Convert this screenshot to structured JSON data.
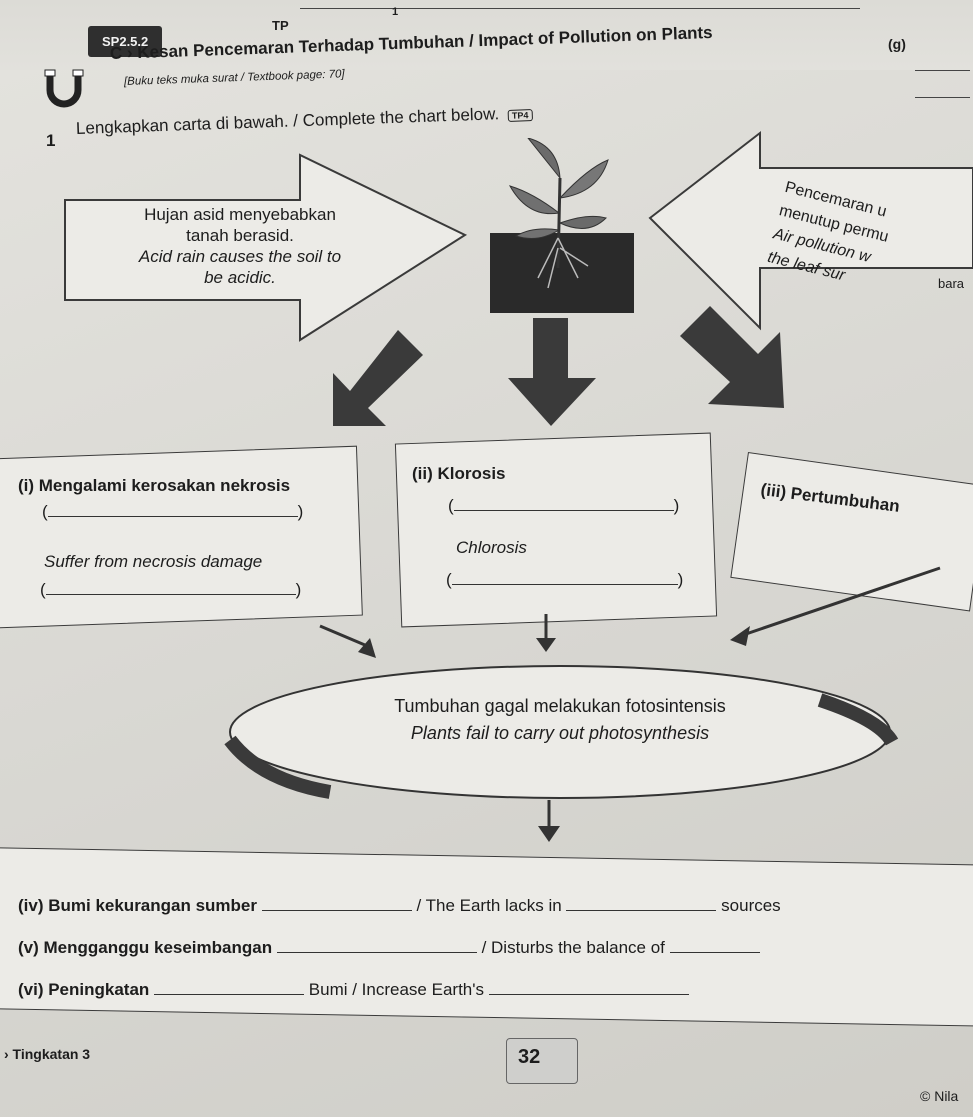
{
  "header": {
    "code": "SP2.5.2",
    "tp": "TP",
    "tp_number": "1",
    "title": "C › Kesan Pencemaran Terhadap Tumbuhan / Impact of Pollution on Plants",
    "subtitle": "[Buku teks muka surat / Textbook page: 70]",
    "marks": "(g)"
  },
  "question": {
    "number": "1",
    "prompt": "Lengkapkan carta di bawah. / Complete the chart below.",
    "level_badge": "TP4"
  },
  "left_arrow": {
    "malay_line1": "Hujan asid menyebabkan",
    "malay_line2": "tanah berasid.",
    "english_line1": "Acid rain causes the soil to",
    "english_line2": "be acidic."
  },
  "right_arrow": {
    "line1": "Pencemaran u",
    "line2": "menutup permu",
    "line3": "Air pollution w",
    "line4": "the leaf sur",
    "side_text": "bara"
  },
  "effects": {
    "i_malay": "(i)  Mengalami kerosakan nekrosis",
    "i_english": "Suffer from necrosis damage",
    "ii_malay": "(ii)  Klorosis",
    "ii_english": "Chlorosis",
    "iii_malay": "(iii)  Pertumbuhan"
  },
  "result": {
    "malay": "Tumbuhan gagal melakukan fotosintensis",
    "english": "Plants fail to carry out photosynthesis"
  },
  "consequences": {
    "iv_malay": "(iv)  Bumi kekurangan sumber",
    "iv_english_pre": "/ The Earth lacks in",
    "iv_english_post": "sources",
    "v_malay": "(v)  Mengganggu keseimbangan",
    "v_english": "/ Disturbs the balance of",
    "vi_malay": "(vi)  Peningkatan",
    "vi_english": "Bumi / Increase Earth's"
  },
  "footer": {
    "form": "› Tingkatan 3",
    "page": "32",
    "copyright": "© Nila"
  }
}
